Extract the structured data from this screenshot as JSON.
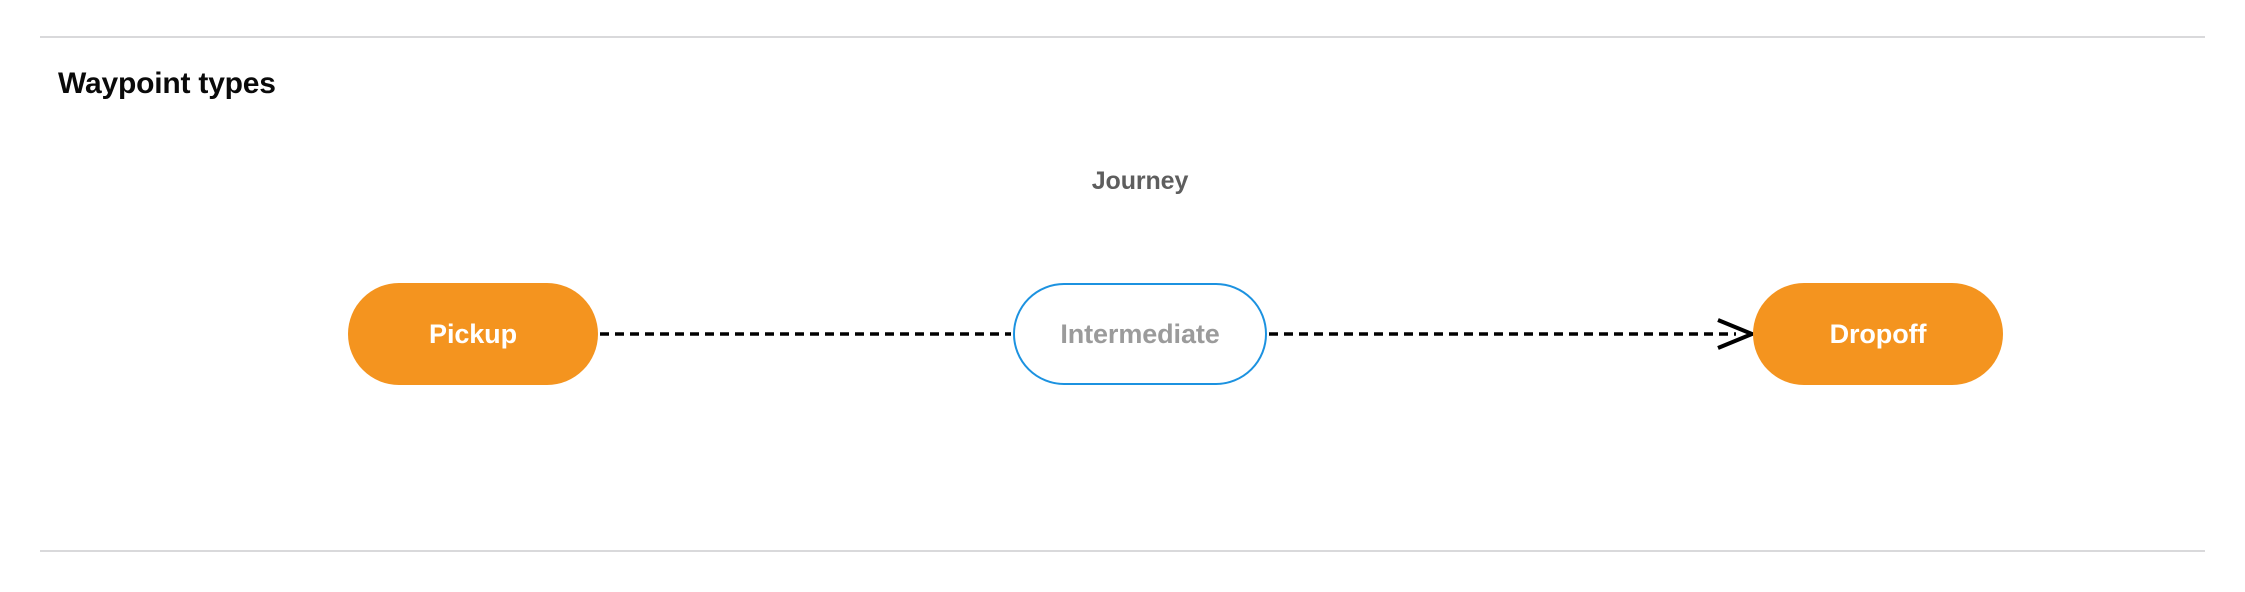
{
  "section": {
    "title": "Waypoint types"
  },
  "diagram": {
    "caption": "Journey",
    "nodes": [
      {
        "id": "pickup",
        "label": "Pickup",
        "style": "filled",
        "fill": "#F4941F",
        "text_color": "#FFFFFF"
      },
      {
        "id": "intermediate",
        "label": "Intermediate",
        "style": "outlined",
        "fill": "#FFFFFF",
        "border_color": "#1C92E0",
        "text_color": "#9B9B9B"
      },
      {
        "id": "dropoff",
        "label": "Dropoff",
        "style": "filled",
        "fill": "#F4941F",
        "text_color": "#FFFFFF"
      }
    ],
    "edges": [
      {
        "id": "pickup-to-intermediate",
        "from": "pickup",
        "to": "intermediate",
        "line_style": "dashed",
        "color": "#000000",
        "arrowhead": false
      },
      {
        "id": "intermediate-to-dropoff",
        "from": "intermediate",
        "to": "dropoff",
        "line_style": "dashed",
        "color": "#000000",
        "arrowhead": true
      }
    ]
  },
  "dividers": {
    "color": "#D9D9DB",
    "top_label": "section-divider-top",
    "bottom_label": "section-divider-bottom"
  }
}
